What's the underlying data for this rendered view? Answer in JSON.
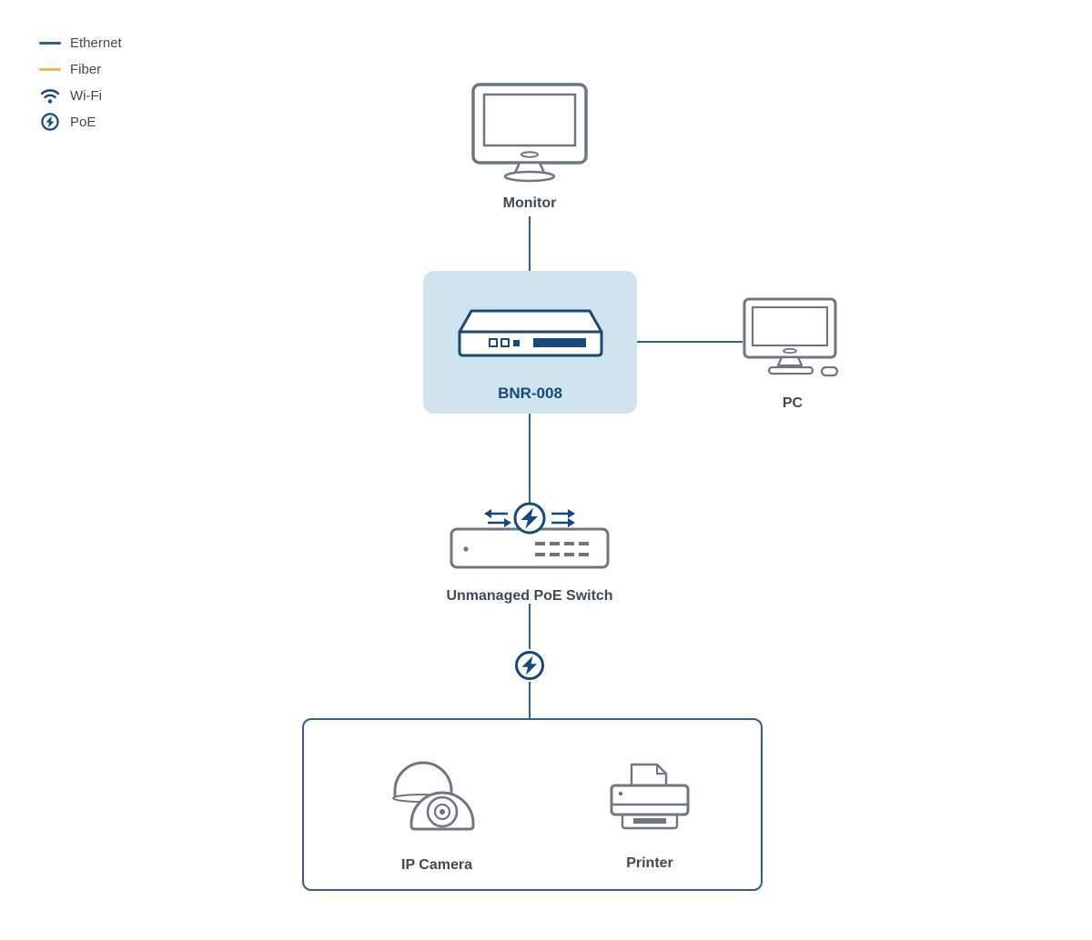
{
  "legend": {
    "items": [
      {
        "id": "ethernet",
        "label": "Ethernet",
        "icon": "ethernet-line-swatch",
        "color": "#2e6091"
      },
      {
        "id": "fiber",
        "label": "Fiber",
        "icon": "fiber-line-swatch",
        "color": "#e8bf4e"
      },
      {
        "id": "wifi",
        "label": "Wi-Fi",
        "icon": "wifi-icon",
        "color": "#17497d"
      },
      {
        "id": "poe",
        "label": "PoE",
        "icon": "poe-icon",
        "color": "#17497d"
      }
    ]
  },
  "nodes": {
    "monitor": {
      "label": "Monitor"
    },
    "nvr": {
      "label": "BNR-008",
      "highlighted": true
    },
    "pc": {
      "label": "PC"
    },
    "poe_switch": {
      "label": "Unmanaged PoE Switch"
    },
    "ip_camera": {
      "label": "IP Camera"
    },
    "printer": {
      "label": "Printer"
    }
  },
  "connections": [
    {
      "from": "Monitor",
      "to": "BNR-008",
      "type": "Ethernet"
    },
    {
      "from": "BNR-008",
      "to": "PC",
      "type": "Ethernet"
    },
    {
      "from": "BNR-008",
      "to": "Unmanaged PoE Switch",
      "type": "Ethernet"
    },
    {
      "from": "Unmanaged PoE Switch",
      "to": "IP Camera / Printer group",
      "type": "PoE"
    }
  ],
  "colors": {
    "ethernet_line": "#2e6091",
    "fiber_line": "#e8bf4e",
    "accent_navy": "#17497d",
    "device_outline": "#6e7680",
    "highlight_bg": "#cfe4ee",
    "group_border": "#2e6091",
    "label_text": "#3f4a56"
  }
}
